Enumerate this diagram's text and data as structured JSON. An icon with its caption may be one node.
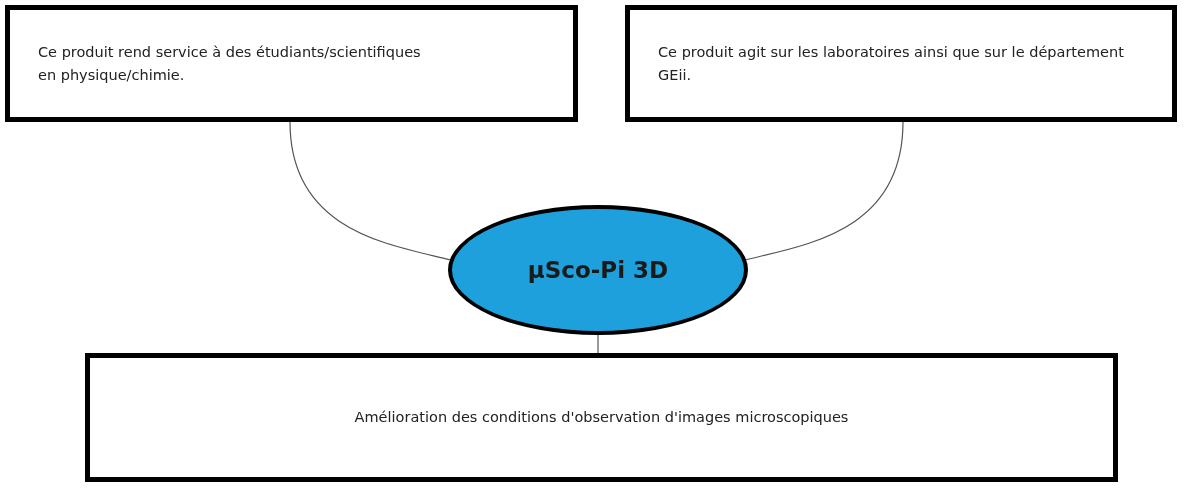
{
  "diagram": {
    "nodes": [
      {
        "text": [
          "Ce produit rend service à des étudiants/scientifiques en physique/chimie."
        ]
      },
      {
        "text": [
          "Ce produit agit sur les laboratoires ainsi que sur le département GEii."
        ]
      },
      {
        "text": [
          "µSco-Pi 3D"
        ]
      },
      {
        "text": [
          "Amélioration des conditions d'observation d'images microscopiques"
        ]
      }
    ],
    "edges": [
      {
        "from": 0,
        "to": 2,
        "arrow": "none"
      },
      {
        "from": 1,
        "to": 2,
        "arrow": "none"
      },
      {
        "from": 2,
        "to": 3,
        "arrow": "none"
      }
    ]
  }
}
